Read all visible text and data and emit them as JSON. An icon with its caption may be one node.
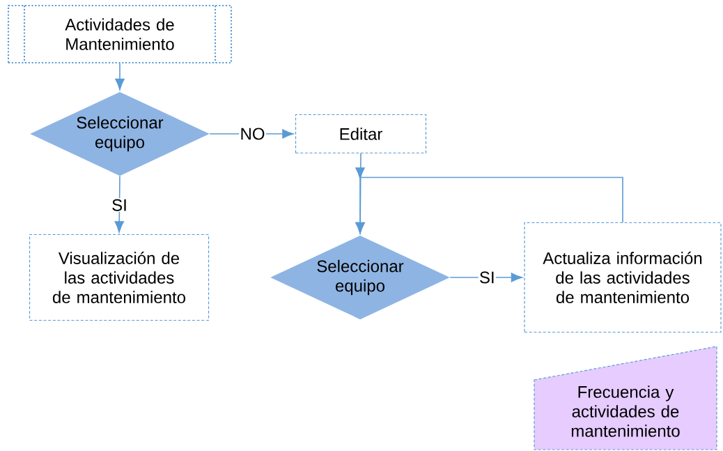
{
  "diagram": {
    "nodes": [
      {
        "text": [
          "Actividades de Mantenimiento"
        ]
      },
      {
        "text": [
          "Seleccionar equipo"
        ]
      },
      {
        "text": [
          "Editar"
        ]
      },
      {
        "text": [
          "Visualización de las actividades de mantenimiento"
        ]
      },
      {
        "text": [
          "Seleccionar equipo"
        ]
      },
      {
        "text": [
          "Actualiza información de las actividades de mantenimiento"
        ]
      },
      {
        "text": [
          "Frecuencia y actividades de mantenimiento"
        ]
      }
    ],
    "edges": [
      {
        "from": 0,
        "to": 1,
        "arrow": "to"
      },
      {
        "from": 1,
        "to": 2,
        "arrow": "to",
        "label": "NO"
      },
      {
        "from": 1,
        "to": 3,
        "arrow": "to",
        "label": "SI"
      },
      {
        "from": 2,
        "to": 4,
        "arrow": "to"
      },
      {
        "from": 5,
        "to": 4,
        "arrow": "to"
      },
      {
        "from": 4,
        "to": 5,
        "arrow": "to",
        "label": "SI"
      }
    ]
  }
}
